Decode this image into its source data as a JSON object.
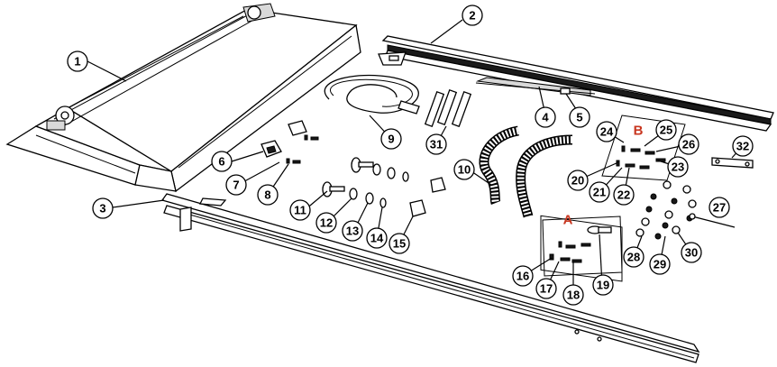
{
  "callouts": [
    "1",
    "2",
    "3",
    "4",
    "5",
    "6",
    "7",
    "8",
    "9",
    "10",
    "11",
    "12",
    "13",
    "14",
    "15",
    "16",
    "17",
    "18",
    "19",
    "20",
    "21",
    "22",
    "23",
    "24",
    "25",
    "26",
    "27",
    "28",
    "29",
    "30",
    "31",
    "32"
  ],
  "kits": {
    "a": "A",
    "b": "B"
  },
  "colors": {
    "kit_label": "#c8361f",
    "line": "#000000",
    "background": "#ffffff"
  }
}
